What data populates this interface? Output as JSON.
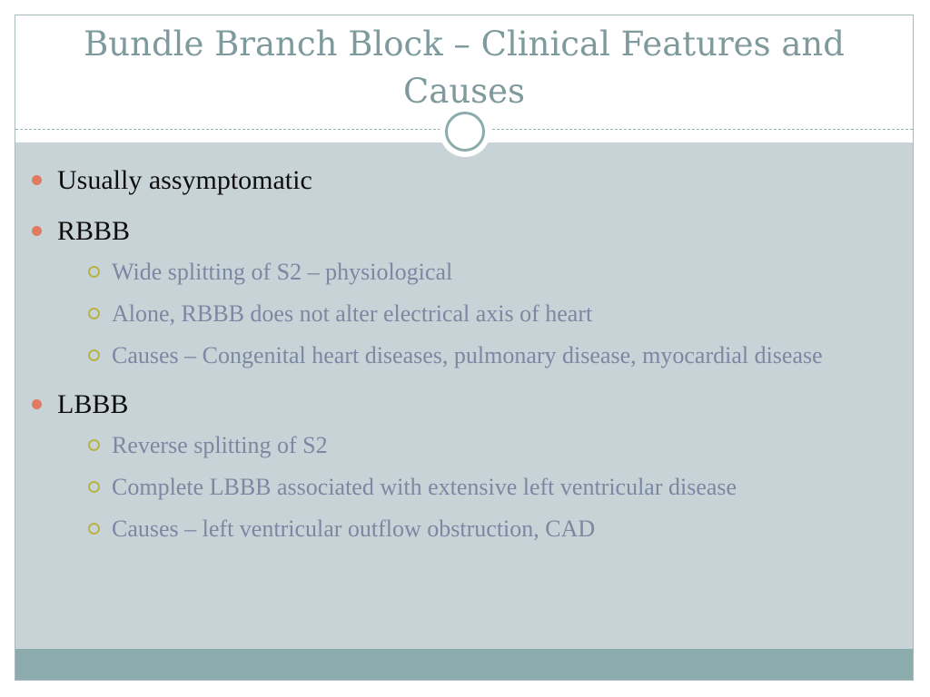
{
  "slide": {
    "title": "Bundle Branch Block – Clinical Features and Causes",
    "colors": {
      "title": "#7f9a9c",
      "content_bg": "#c8d3d8",
      "footer_bar": "#8cabad",
      "bullet_l1": "#e07b62",
      "bullet_l2": "#b7b347",
      "text_l1": "#0d0d0d",
      "text_l2": "#7b88a2"
    },
    "bullets": [
      {
        "text": "Usually assymptomatic",
        "sub": []
      },
      {
        "text": "RBBB",
        "sub": [
          "Wide splitting of S2 – physiological",
          "Alone, RBBB does not alter electrical axis of heart",
          "Causes – Congenital heart diseases, pulmonary disease, myocardial disease"
        ]
      },
      {
        "text": "LBBB",
        "sub": [
          "Reverse splitting of S2",
          "Complete LBBB associated with extensive left ventricular disease",
          "Causes – left ventricular outflow obstruction,  CAD"
        ]
      }
    ]
  }
}
